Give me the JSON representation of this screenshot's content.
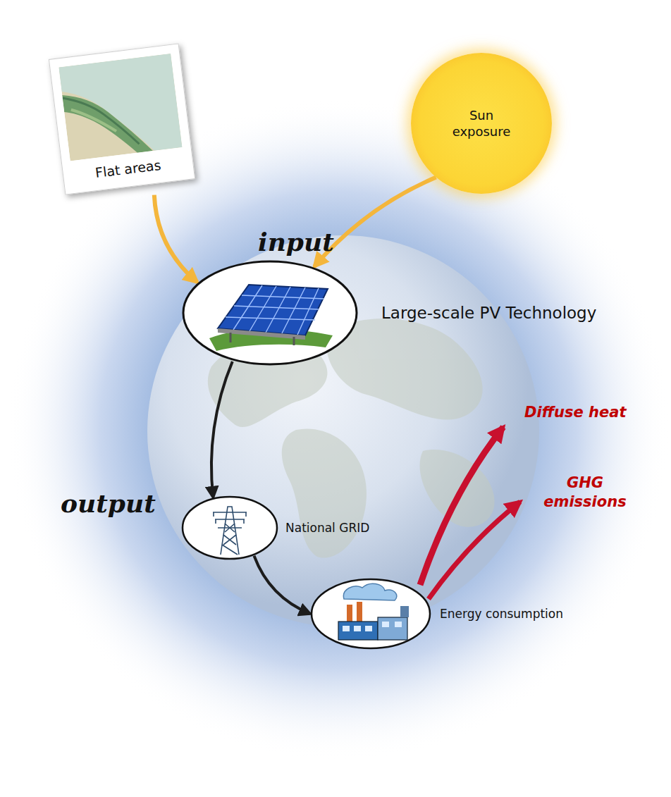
{
  "diagram": {
    "nodes": [
      {
        "text": [
          "Flat areas"
        ]
      },
      {
        "text": [
          "Sun exposure"
        ]
      },
      {
        "text": [
          "Large-scale PV Technology"
        ]
      },
      {
        "text": [
          "National GRID"
        ]
      },
      {
        "text": [
          "Energy consumption"
        ]
      }
    ],
    "edges": [
      {
        "from": 0,
        "to": 2,
        "arrow": "to"
      },
      {
        "from": 1,
        "to": 2,
        "arrow": "to"
      },
      {
        "from": 2,
        "to": 3,
        "arrow": "to"
      },
      {
        "from": 3,
        "to": 4,
        "arrow": "to"
      }
    ],
    "labels": [
      "input",
      "output",
      "Diffuse heat",
      "GHG emissions"
    ]
  }
}
